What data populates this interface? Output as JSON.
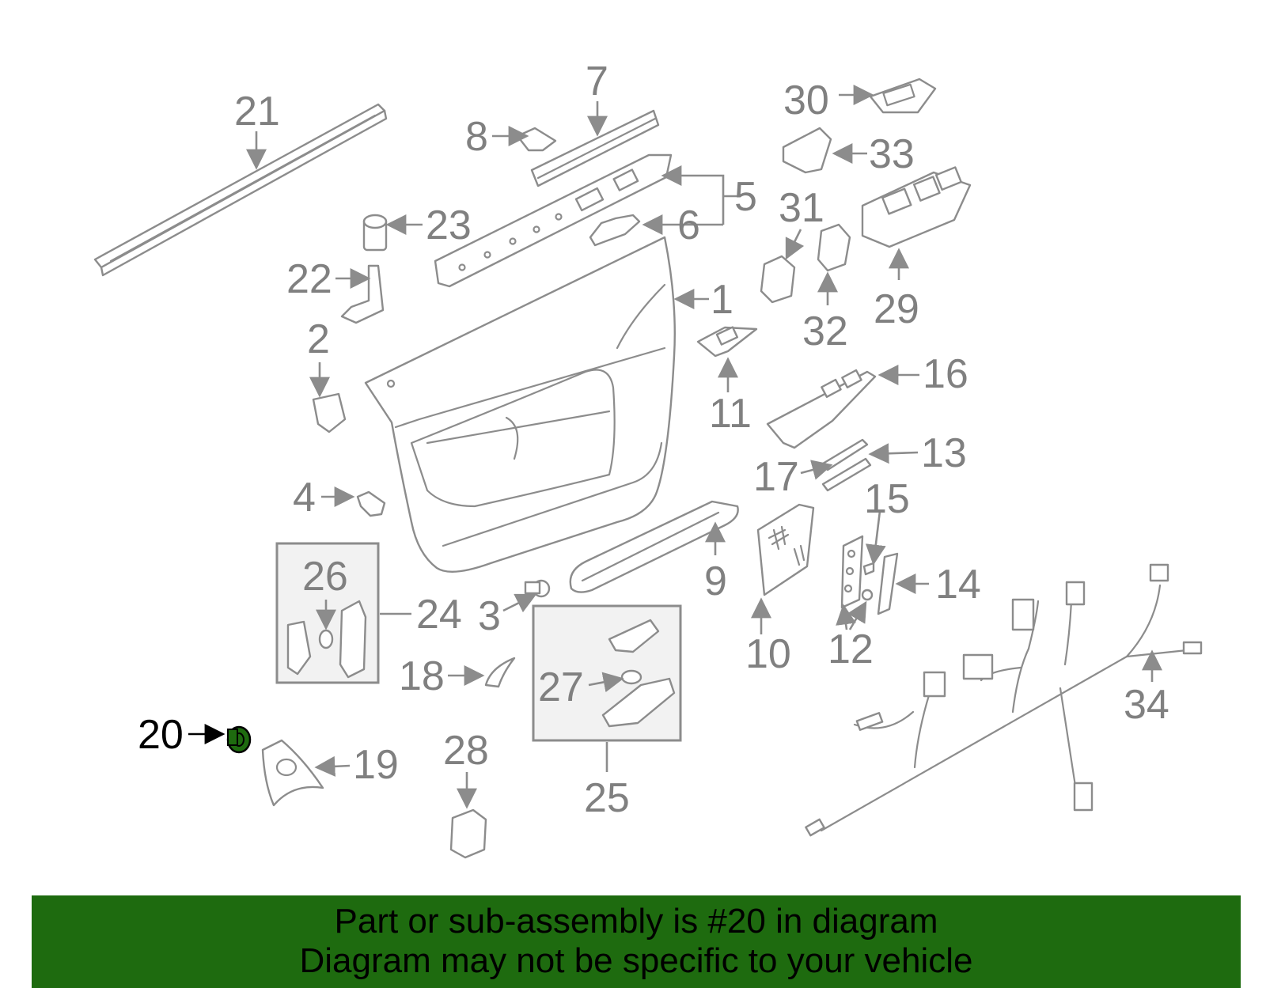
{
  "callouts": {
    "c1": "1",
    "c2": "2",
    "c3": "3",
    "c4": "4",
    "c5": "5",
    "c6": "6",
    "c7": "7",
    "c8": "8",
    "c9": "9",
    "c10": "10",
    "c11": "11",
    "c12": "12",
    "c13": "13",
    "c14": "14",
    "c15": "15",
    "c16": "16",
    "c17": "17",
    "c18": "18",
    "c19": "19",
    "c20": "20",
    "c21": "21",
    "c22": "22",
    "c23": "23",
    "c24": "24",
    "c25": "25",
    "c26": "26",
    "c27": "27",
    "c28": "28",
    "c29": "29",
    "c30": "30",
    "c31": "31",
    "c32": "32",
    "c33": "33",
    "c34": "34"
  },
  "highlight": {
    "part": "20",
    "color": "#1e6b0f"
  },
  "banner": {
    "line1": "Part or sub-assembly is #20 in diagram",
    "line2": "Diagram may not be specific to your vehicle",
    "background": "#1e6b0f"
  }
}
